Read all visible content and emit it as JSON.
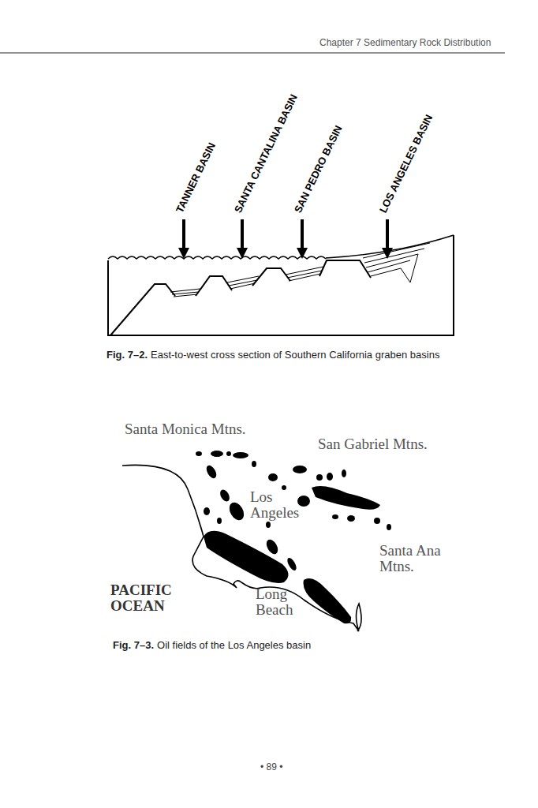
{
  "diagram": {
    "labels": [
      "Chapter 7  Sedimentary Rock Distribution",
      "TANNER BASIN",
      "SANTA CANTALINA BASIN",
      "SAN PEDRO BASIN",
      "LOS ANGELES BASIN",
      "Fig. 7–2.",
      "East-to-west cross section of Southern California graben basins",
      "Santa Monica Mtns.",
      "San Gabriel Mtns.",
      "Los Angeles",
      "Santa Ana Mtns.",
      "PACIFIC OCEAN",
      "Long Beach",
      "Fig. 7–3.",
      "Oil fields of the Los Angeles basin",
      "•  89  •"
    ]
  }
}
